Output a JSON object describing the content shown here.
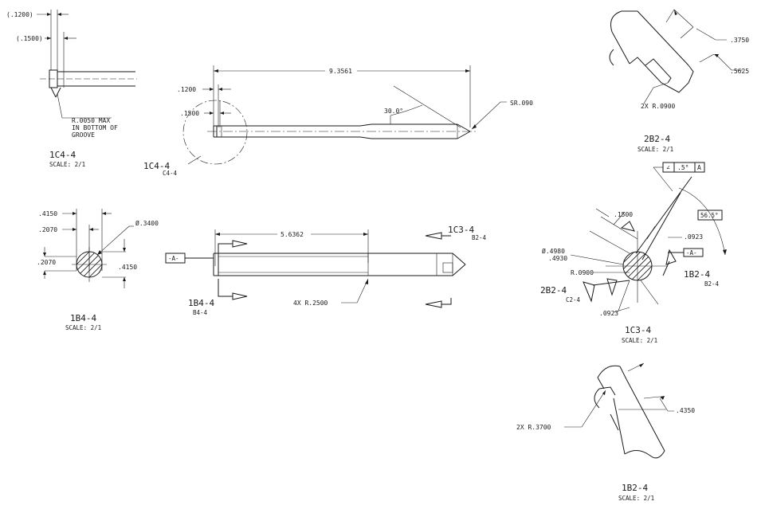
{
  "detail_1c4_small": {
    "dim_top": "(.1200)",
    "dim_second": "(.1500)",
    "note_line1": "R.0050 MAX",
    "note_line2": "IN BOTTOM OF",
    "note_line3": "GROOVE",
    "title": "1C4-4",
    "scale": "SCALE: 2/1"
  },
  "main_view": {
    "dim_overall": "9.3561",
    "dim_groove1": ".1200",
    "dim_groove2": ".1500",
    "angle": "30.0°",
    "tip_radius": "SR.090",
    "callout_title": "1C4-4",
    "callout_sheet": "C4-4"
  },
  "detail_1b4": {
    "dim_a": ".4150",
    "dim_b": ".2070",
    "dim_c": ".2070",
    "dim_d": ".4150",
    "diameter": "Ø.3400",
    "title": "1B4-4",
    "scale": "SCALE: 2/1"
  },
  "lower_view": {
    "datum": "-A-",
    "dim_length": "5.6362",
    "radius_note": "4X R.2500",
    "section_1c3": "1C3-4",
    "section_1c3_sheet": "B2-4",
    "section_1b4": "1B4-4",
    "section_1b4_sheet": "B4-4"
  },
  "detail_2b2_top": {
    "dim_a": ".3750",
    "dim_b": ".5625",
    "radius_note": "2X R.0900",
    "title": "2B2-4",
    "scale": "SCALE: 2/1"
  },
  "detail_1c3": {
    "tolerance_symbol": "∠",
    "tolerance_value": ".5°",
    "tolerance_datum": "A",
    "angle": "56.5°",
    "dim_1500": ".1500",
    "dim_0923_a": ".0923",
    "datum": "-A-",
    "dia_upper": "Ø.4980",
    "dia_lower": ".4930",
    "radius": "R.0900",
    "callout_2b2": "2B2-4",
    "callout_2b2_sheet": "C2-4",
    "callout_1b2": "1B2-4",
    "callout_1b2_sheet": "B2-4",
    "dim_0923_b": ".0923",
    "title": "1C3-4",
    "scale": "SCALE: 2/1"
  },
  "detail_1b2": {
    "dim": ".4350",
    "radius_note": "2X R.3700",
    "title": "1B2-4",
    "scale": "SCALE: 2/1"
  }
}
